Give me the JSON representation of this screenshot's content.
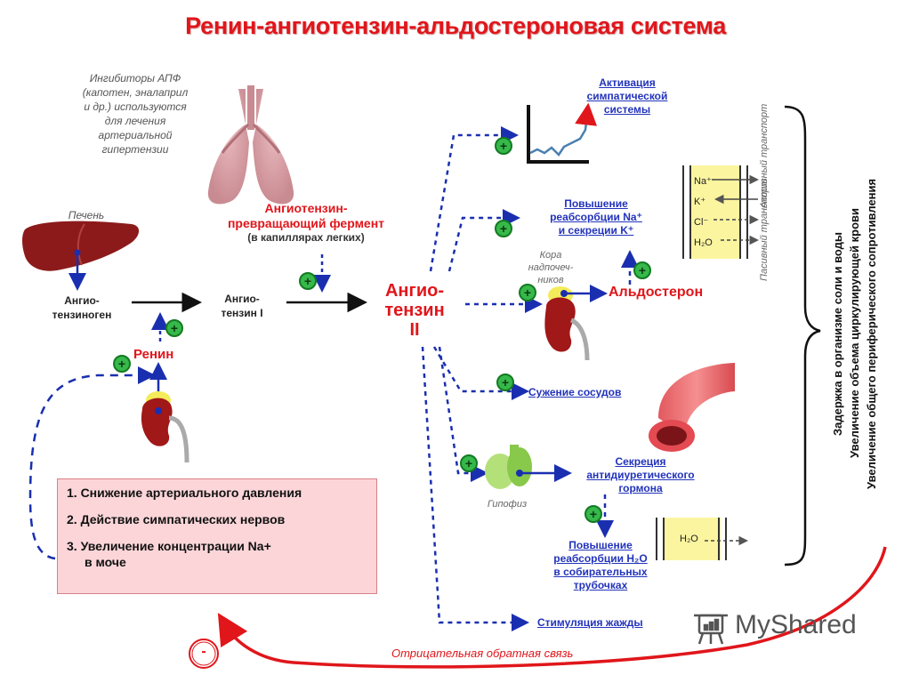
{
  "title": "Ренин-ангиотензин-альдостероновая система",
  "ace_inhibitors_note": [
    "Ингибиторы АПФ",
    "(капотен, эналаприл",
    "и др.) используются",
    "для лечения",
    "артериальной",
    "гипертензии"
  ],
  "liver_label": "Печень",
  "angiotensinogen": [
    "Ангио-",
    "тензиноген"
  ],
  "angiotensin_1": [
    "Ангио-",
    "тензин I"
  ],
  "ace": {
    "line1": "Ангиотензин-",
    "line2": "превращающий фермент",
    "location": "(в капиллярах легких)"
  },
  "angiotensin_2": [
    "Ангио-",
    "тензин",
    "II"
  ],
  "renin_label": "Ренин",
  "causes": [
    "1. Снижение артериального давления",
    "2. Действие симпатических нервов",
    "3. Увеличение концентрации Na+",
    "в моче"
  ],
  "effects": {
    "sympathetic": [
      "Активация",
      "симпатической",
      "системы"
    ],
    "na_k": [
      "Повышение",
      "реабсорбции Na⁺",
      "и секреции K⁺"
    ],
    "adrenal_cortex": [
      "Кора",
      "надпочеч-",
      "ников"
    ],
    "aldosterone": "Альдостерон",
    "vasoconstriction": "Сужение сосудов",
    "adh": [
      "Секреция",
      "антидиуретического",
      "гормона"
    ],
    "pituitary": "Гипофиз",
    "water_reabsorption": [
      "Повышение",
      "реабсорбции H₂O",
      "в собирательных",
      "трубочках"
    ],
    "thirst": "Стимуляция жажды"
  },
  "transport": {
    "ions": [
      "Na⁺",
      "K⁺",
      "Cl⁻",
      "H₂O"
    ],
    "active": [
      "Активный",
      "транспорт"
    ],
    "passive": [
      "Пасивный",
      "транспорт"
    ],
    "water_ion": "H₂O"
  },
  "outcomes": [
    "Задержка в организме соли и воды",
    "Увеличение объема циркулирующей крови",
    "Увеличение общего периферического сопротивления"
  ],
  "feedback": {
    "label": "Отрицательная обратная связь",
    "sign": "-"
  },
  "watermark": "MyShared",
  "plus_sign": "+",
  "colors": {
    "title_red": "#e0161b",
    "arrow_blue": "#1a2fb0",
    "plus_green": "#2aa83a",
    "causes_bg": "#fbd5d8",
    "feedback_red": "#e0161b"
  }
}
